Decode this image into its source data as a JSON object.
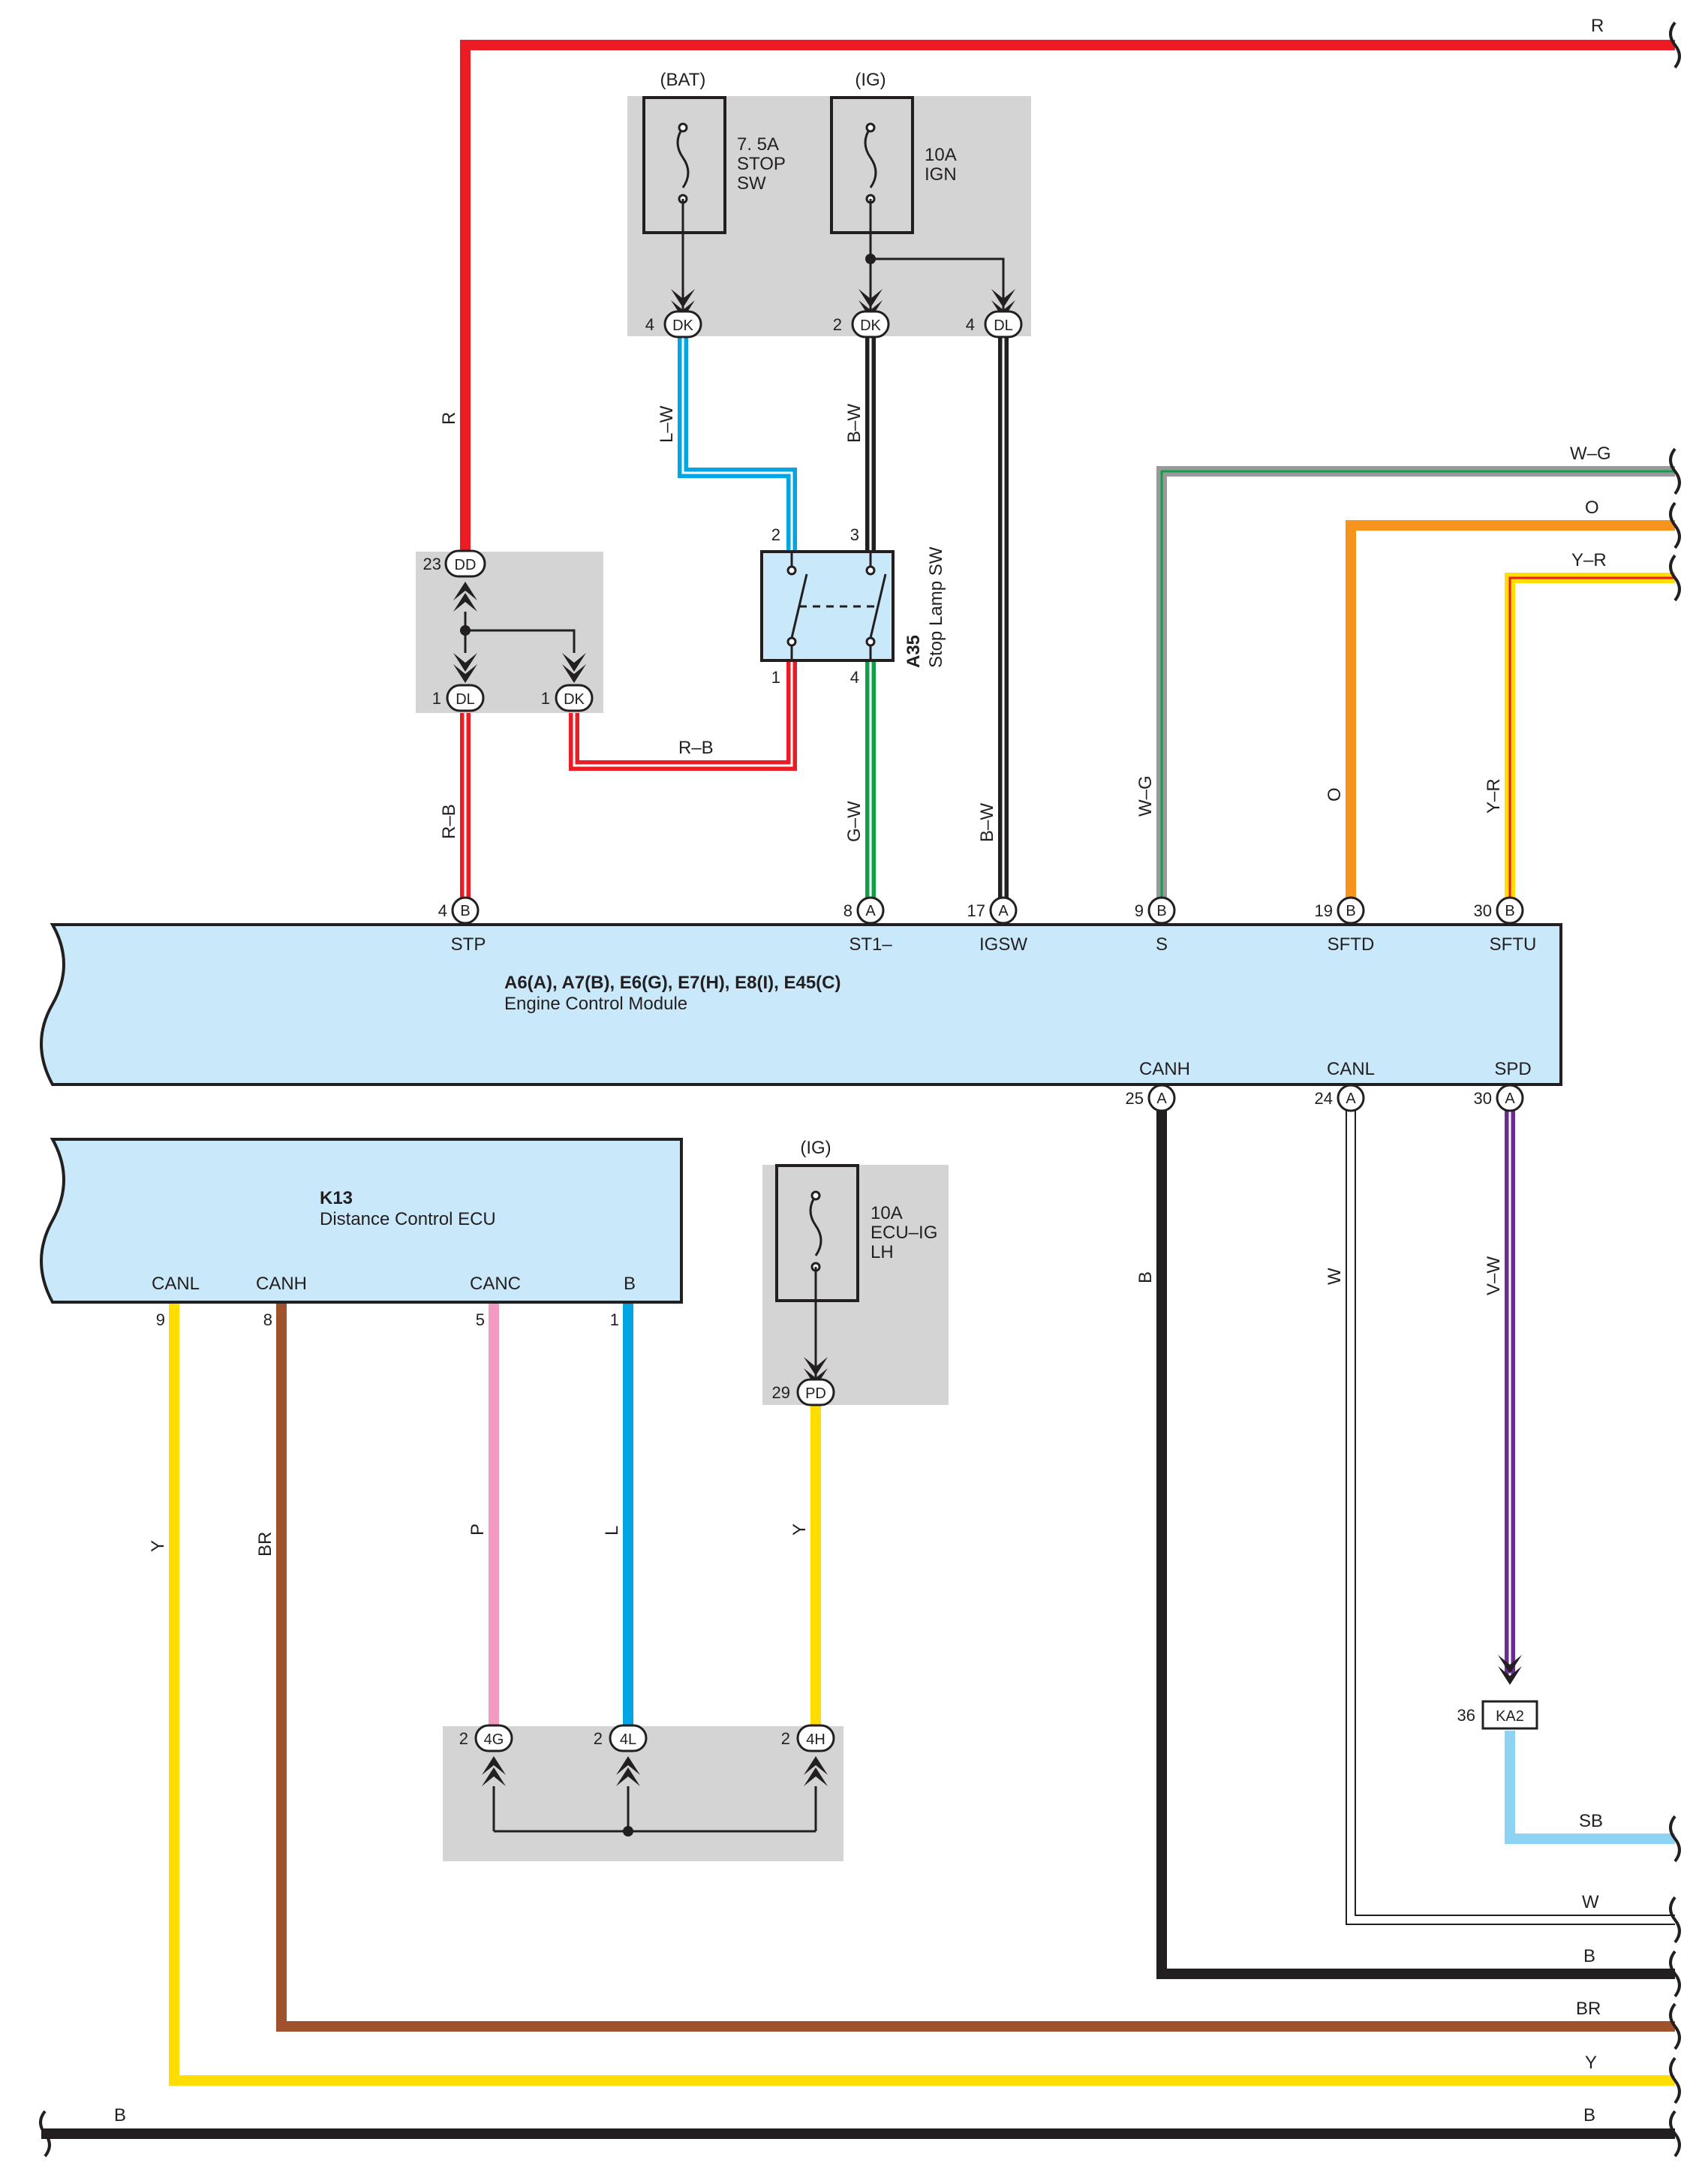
{
  "colors": {
    "R": "#ed1c24",
    "L": "#00a6e4",
    "W": "#ffffff",
    "B": "#231f20",
    "G": "#10a04a",
    "O": "#f7941d",
    "Y": "#ffdd00",
    "V": "#6a2c91",
    "BR": "#a0522d",
    "P": "#f49ac1",
    "SB": "#8fd3f4",
    "module_fill": "#c9e8f9",
    "junction_fill": "#d4d4d4"
  },
  "fuses": {
    "bat_source": "(BAT)",
    "ig_source": "(IG)",
    "stop_amp": "7. 5A",
    "stop_name1": "STOP",
    "stop_name2": "SW",
    "ign_amp": "10A",
    "ign_name": "IGN",
    "ecu_source": "(IG)",
    "ecu_amp": "10A",
    "ecu_name1": "ECU–IG",
    "ecu_name2": "LH"
  },
  "connectors": {
    "dk_stop": {
      "pin": "4",
      "code": "DK"
    },
    "dk_ign": {
      "pin": "2",
      "code": "DK"
    },
    "dl_ign": {
      "pin": "4",
      "code": "DL"
    },
    "dd_23": {
      "pin": "23",
      "code": "DD"
    },
    "dl_1": {
      "pin": "1",
      "code": "DL"
    },
    "dk_1": {
      "pin": "1",
      "code": "DK"
    },
    "pd_29": {
      "pin": "29",
      "code": "PD"
    },
    "j_4g": {
      "pin": "2",
      "code": "4G"
    },
    "j_4l": {
      "pin": "2",
      "code": "4L"
    },
    "j_4h": {
      "pin": "2",
      "code": "4H"
    },
    "ka2": {
      "pin": "36",
      "code": "KA2"
    }
  },
  "stop_lamp_sw": {
    "code": "A35",
    "name": "Stop Lamp SW",
    "pin2": "2",
    "pin3": "3",
    "pin1": "1",
    "pin4": "4"
  },
  "ecm": {
    "codes": "A6(A), A7(B), E6(G), E7(H), E8(I), E45(C)",
    "name": "Engine Control Module",
    "top_pins": [
      {
        "pin": "4",
        "conn": "B",
        "name": "STP"
      },
      {
        "pin": "8",
        "conn": "A",
        "name": "ST1–"
      },
      {
        "pin": "17",
        "conn": "A",
        "name": "IGSW"
      },
      {
        "pin": "9",
        "conn": "B",
        "name": "S"
      },
      {
        "pin": "19",
        "conn": "B",
        "name": "SFTD"
      },
      {
        "pin": "30",
        "conn": "B",
        "name": "SFTU"
      }
    ],
    "bottom_pins": [
      {
        "pin": "25",
        "conn": "A",
        "name": "CANH"
      },
      {
        "pin": "24",
        "conn": "A",
        "name": "CANL"
      },
      {
        "pin": "30",
        "conn": "A",
        "name": "SPD"
      }
    ]
  },
  "dcecu": {
    "code": "K13",
    "name": "Distance Control ECU",
    "pins": [
      {
        "pin": "9",
        "name": "CANL"
      },
      {
        "pin": "8",
        "name": "CANH"
      },
      {
        "pin": "5",
        "name": "CANC"
      },
      {
        "pin": "1",
        "name": "B"
      }
    ]
  },
  "wire_labels": {
    "r_top": "R",
    "r_vert": "R",
    "l_w": "L–W",
    "b_w_1": "B–W",
    "b_w_2": "B–W",
    "r_b_h": "R–B",
    "r_b_v": "R–B",
    "g_w": "G–W",
    "w_g_v": "W–G",
    "o_v": "O",
    "y_r_v": "Y–R",
    "w_g_h": "W–G",
    "o_h": "O",
    "y_r_h": "Y–R",
    "canh_b": "B",
    "canl_w": "W",
    "spd_vw": "V–W",
    "sb_h": "SB",
    "w_h": "W",
    "b_h": "B",
    "br_h": "BR",
    "y_h": "Y",
    "gnd_l": "B",
    "gnd_r": "B",
    "y_left": "Y",
    "br_left": "BR",
    "p": "P",
    "l": "L",
    "y_pd": "Y"
  }
}
